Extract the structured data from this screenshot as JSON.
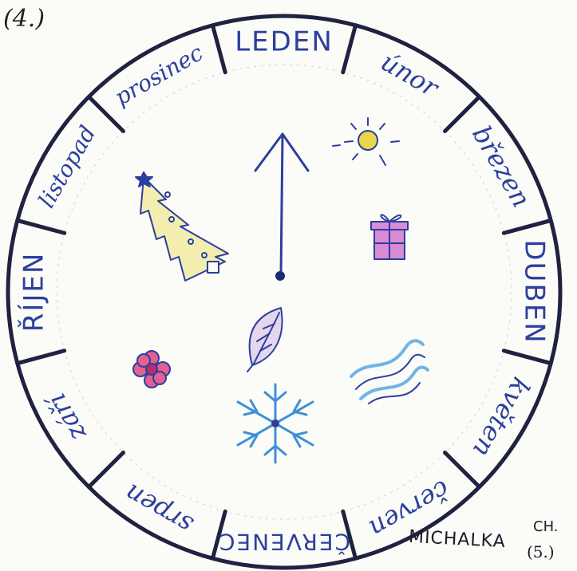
{
  "page_label": "(4.)",
  "months": [
    {
      "label": "LEDEN",
      "style": "caps"
    },
    {
      "label": "únor",
      "style": "script"
    },
    {
      "label": "březen",
      "style": "script"
    },
    {
      "label": "DUBEN",
      "style": "caps"
    },
    {
      "label": "květen",
      "style": "script"
    },
    {
      "label": "červen",
      "style": "script"
    },
    {
      "label": "ČERVENEC",
      "style": "caps"
    },
    {
      "label": "srpen",
      "style": "script"
    },
    {
      "label": "září",
      "style": "script"
    },
    {
      "label": "ŘÍJEN",
      "style": "caps"
    },
    {
      "label": "listopad",
      "style": "script"
    },
    {
      "label": "prosinec",
      "style": "script"
    }
  ],
  "pictures": [
    "sun-icon",
    "gift-icon",
    "wind-waves-icon",
    "snowflake-icon",
    "leaf-icon",
    "flower-icon",
    "christmas-tree-icon",
    "clock-hand-arrow"
  ],
  "signature": {
    "name": "MICHALKA",
    "initials": "CH.",
    "grade": "(5.)"
  },
  "colors": {
    "ink": "#2c3f9e",
    "rim": "#1f2240",
    "sun": "#e9d64a",
    "gift": "#d98bd4",
    "tree": "#f3eeb0",
    "snowflake": "#3f8fd6",
    "flower": "#e3608f",
    "waves": "#6fb4e6"
  }
}
